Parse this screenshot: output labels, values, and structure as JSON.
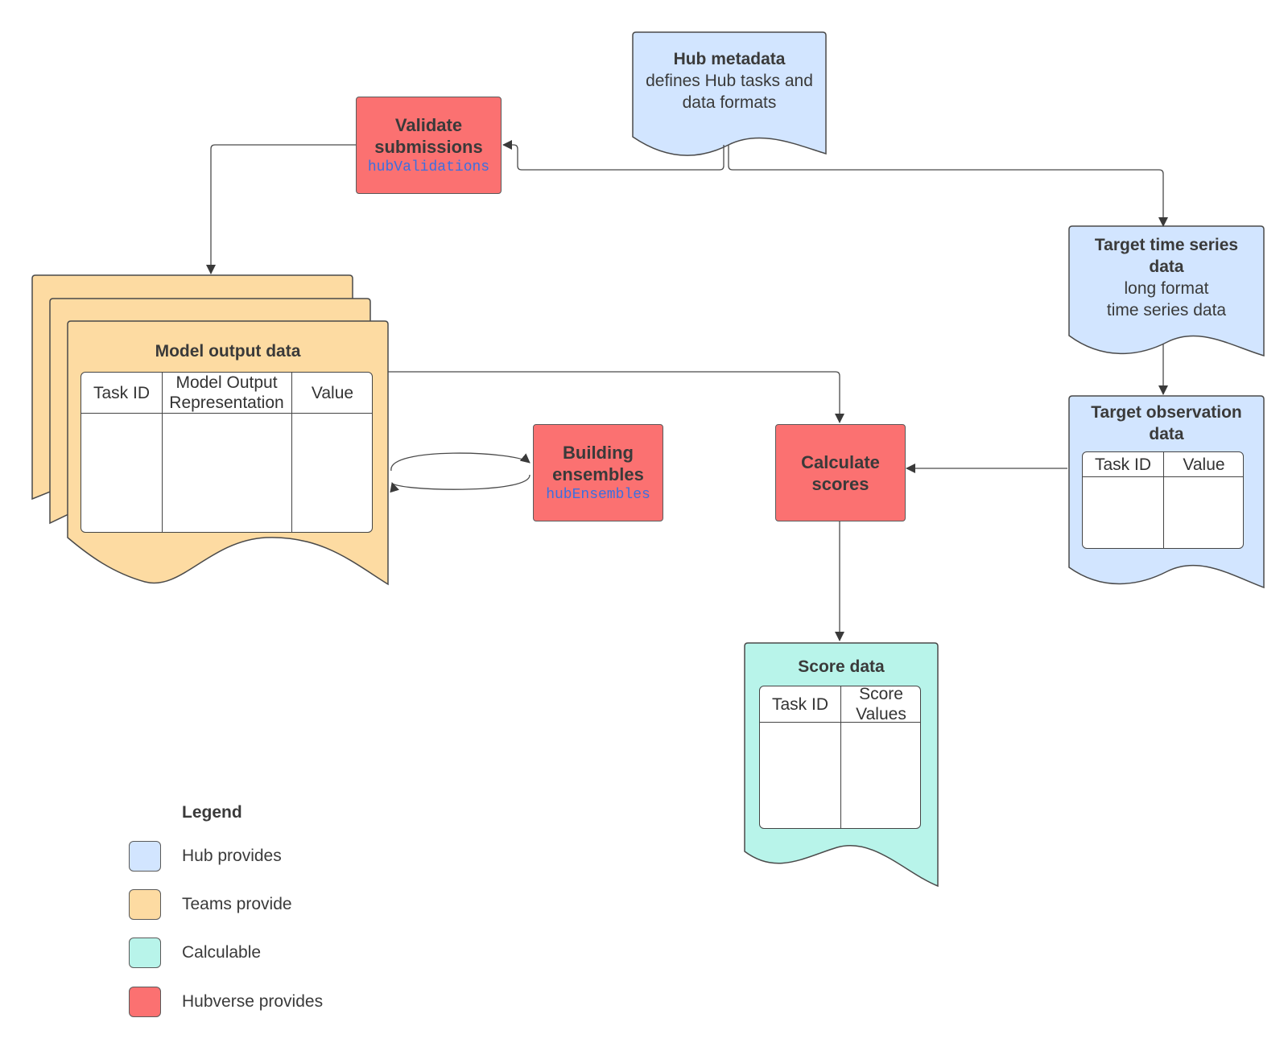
{
  "colors": {
    "hub": "#d2e5ff",
    "teams": "#fddba2",
    "calculable": "#b8f4ea",
    "hubverse": "#fb7171",
    "code": "#3b6fe0",
    "stroke": "#4a4a4a"
  },
  "nodes": {
    "hub_metadata": {
      "title": "Hub metadata",
      "line1": "defines Hub tasks and",
      "line2": "data formats"
    },
    "validate": {
      "title1": "Validate",
      "title2": "submissions",
      "code": "hubValidations"
    },
    "target_ts": {
      "title1": "Target time series",
      "title2": "data",
      "line1": "long format",
      "line2": "time series data"
    },
    "model_output": {
      "title": "Model output data",
      "columns": {
        "c1": "Task ID",
        "c2a": "Model Output",
        "c2b": "Representation",
        "c3": "Value"
      }
    },
    "ensembles": {
      "title1": "Building",
      "title2": "ensembles",
      "code": "hubEnsembles"
    },
    "scores": {
      "title1": "Calculate",
      "title2": "scores"
    },
    "target_obs": {
      "title1": "Target observation",
      "title2": "data",
      "columns": {
        "c1": "Task ID",
        "c2": "Value"
      }
    },
    "score_data": {
      "title": "Score data",
      "columns": {
        "c1": "Task ID",
        "c2a": "Score",
        "c2b": "Values"
      }
    }
  },
  "legend": {
    "title": "Legend",
    "items": [
      {
        "label": "Hub provides",
        "color": "#d2e5ff"
      },
      {
        "label": "Teams provide",
        "color": "#fddba2"
      },
      {
        "label": "Calculable",
        "color": "#b8f4ea"
      },
      {
        "label": "Hubverse provides",
        "color": "#fb7171"
      }
    ]
  }
}
